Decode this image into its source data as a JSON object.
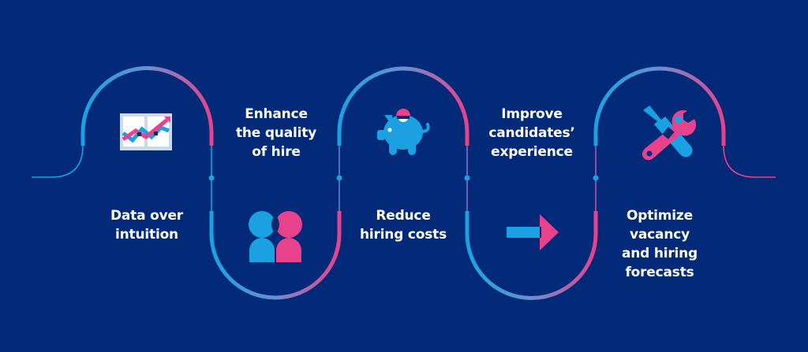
{
  "colors": {
    "background": "#022a78",
    "blue": "#1ba1e2",
    "pink": "#e8428c",
    "mid": "#7a7bc4",
    "white": "#ffffff",
    "chart_frame": "#c9dbea"
  },
  "steps": [
    {
      "id": "data-over-intuition",
      "position": "bottom",
      "icon": "line-chart-icon",
      "lines": [
        "Data over",
        "intuition"
      ]
    },
    {
      "id": "enhance-quality-of-hire",
      "position": "top",
      "icon": "people-icon",
      "lines": [
        "Enhance",
        "the quality",
        "of hire"
      ]
    },
    {
      "id": "reduce-hiring-costs",
      "position": "bottom",
      "icon": "piggy-bank-icon",
      "lines": [
        "Reduce",
        "hiring costs"
      ]
    },
    {
      "id": "improve-candidates-experience",
      "position": "top",
      "icon": "arrow-right-icon",
      "lines": [
        "Improve",
        "candidates’",
        "experience"
      ]
    },
    {
      "id": "optimize-forecasts",
      "position": "bottom",
      "icon": "tools-icon",
      "lines": [
        "Optimize",
        "vacancy",
        "and hiring",
        "forecasts"
      ]
    }
  ]
}
